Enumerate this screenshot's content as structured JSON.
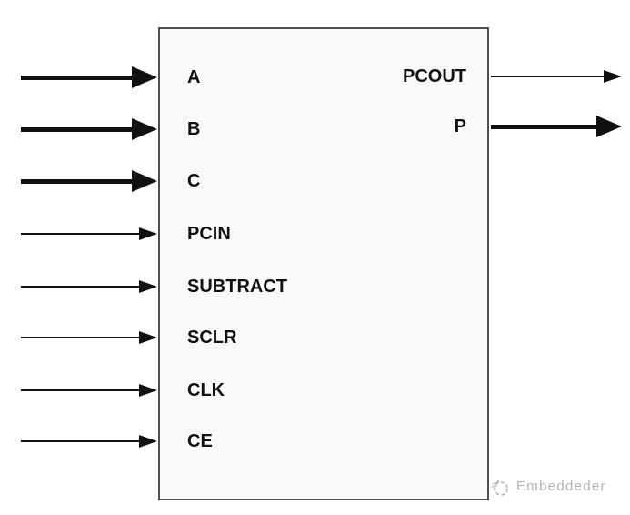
{
  "diagram": {
    "title_hint": "multiply-accumulate block symbol",
    "block": {
      "fill": "#f9f9f9",
      "border_color": "#4f4f4f"
    },
    "ink_color": "#111111",
    "inputs": [
      {
        "label": "A",
        "weight": "thick"
      },
      {
        "label": "B",
        "weight": "thick"
      },
      {
        "label": "C",
        "weight": "thick"
      },
      {
        "label": "PCIN",
        "weight": "thin"
      },
      {
        "label": "SUBTRACT",
        "weight": "thin"
      },
      {
        "label": "SCLR",
        "weight": "thin"
      },
      {
        "label": "CLK",
        "weight": "thin"
      },
      {
        "label": "CE",
        "weight": "thin"
      }
    ],
    "outputs": [
      {
        "label": "PCOUT",
        "weight": "thin"
      },
      {
        "label": "P",
        "weight": "thick"
      }
    ]
  },
  "watermark": {
    "text": "Embeddeder",
    "color": "#b3b3b3"
  }
}
